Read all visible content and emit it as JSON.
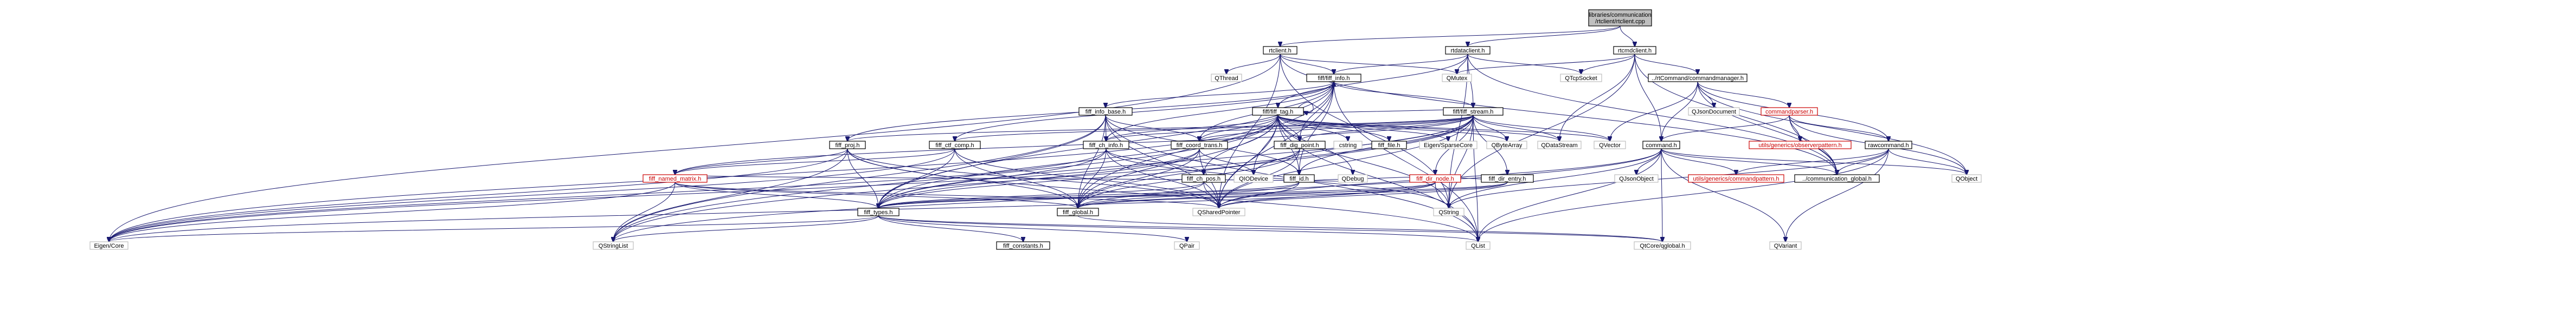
{
  "colors": {
    "edge": "#191970",
    "root_fill": "#bfbfbf",
    "red_text": "#cc0000",
    "border": "#000000",
    "plain_border": "#bfbfbf"
  },
  "nodes": [
    {
      "id": "root",
      "label": "libraries/communication\n/rtclient/rtclient.cpp",
      "style": "root"
    },
    {
      "id": "rtclient_h",
      "label": "rtclient.h",
      "style": "boxed"
    },
    {
      "id": "rtdataclient_h",
      "label": "rtdataclient.h",
      "style": "boxed"
    },
    {
      "id": "rtcmdclient_h",
      "label": "rtcmdclient.h",
      "style": "boxed"
    },
    {
      "id": "QThread",
      "label": "QThread",
      "style": "plain"
    },
    {
      "id": "QMutex",
      "label": "QMutex",
      "style": "plain"
    },
    {
      "id": "QTcpSocket",
      "label": "QTcpSocket",
      "style": "plain"
    },
    {
      "id": "fiff_info_h",
      "label": "fiff/fiff_info.h",
      "style": "boxed"
    },
    {
      "id": "fiff_stream_h",
      "label": "fiff/fiff_stream.h",
      "style": "boxed"
    },
    {
      "id": "commandmanager_h",
      "label": "../rtCommand/commandmanager.h",
      "style": "boxed"
    },
    {
      "id": "fiff_info_base_h",
      "label": "fiff_info_base.h",
      "style": "boxed"
    },
    {
      "id": "fiff_tag_h",
      "label": "fiff/fiff_tag.h",
      "style": "boxed"
    },
    {
      "id": "QJsonDocument",
      "label": "QJsonDocument",
      "style": "plain"
    },
    {
      "id": "commandparser_h",
      "label": "commandparser.h",
      "style": "red"
    },
    {
      "id": "rawcommand_h",
      "label": "rawcommand.h",
      "style": "boxed"
    },
    {
      "id": "fiff_proj_h",
      "label": "fiff_proj.h",
      "style": "boxed"
    },
    {
      "id": "fiff_ctf_comp_h",
      "label": "fiff_ctf_comp.h",
      "style": "boxed"
    },
    {
      "id": "fiff_ch_info_h",
      "label": "fiff_ch_info.h",
      "style": "boxed"
    },
    {
      "id": "fiff_coord_trans_h",
      "label": "fiff_coord_trans.h",
      "style": "boxed"
    },
    {
      "id": "fiff_dig_point_h",
      "label": "fiff_dig_point.h",
      "style": "boxed"
    },
    {
      "id": "cstring",
      "label": "cstring",
      "style": "plain"
    },
    {
      "id": "fiff_file_h",
      "label": "fiff_file.h",
      "style": "boxed"
    },
    {
      "id": "fiff_ch_pos_h",
      "label": "fiff_ch_pos.h",
      "style": "boxed"
    },
    {
      "id": "fiff_id_h",
      "label": "fiff_id.h",
      "style": "boxed"
    },
    {
      "id": "fiff_dir_entry_h",
      "label": "fiff_dir_entry.h",
      "style": "boxed"
    },
    {
      "id": "fiff_dir_node_h",
      "label": "fiff_dir_node.h",
      "style": "red"
    },
    {
      "id": "fiff_named_matrix_h",
      "label": "fiff_named_matrix.h",
      "style": "red"
    },
    {
      "id": "Eigen_SparseCore",
      "label": "Eigen/SparseCore",
      "style": "plain"
    },
    {
      "id": "QByteArray",
      "label": "QByteArray",
      "style": "plain"
    },
    {
      "id": "QDataStream",
      "label": "QDataStream",
      "style": "plain"
    },
    {
      "id": "QVector",
      "label": "QVector",
      "style": "plain"
    },
    {
      "id": "command_h",
      "label": "command.h",
      "style": "boxed"
    },
    {
      "id": "commandpattern_h",
      "label": "utils/generics/commandpattern.h",
      "style": "red"
    },
    {
      "id": "observerpattern_h",
      "label": "utils/generics/observerpattern.h",
      "style": "red"
    },
    {
      "id": "communication_global_h",
      "label": "../communication_global.h",
      "style": "boxed"
    },
    {
      "id": "QObject",
      "label": "QObject",
      "style": "plain"
    },
    {
      "id": "QJsonObject",
      "label": "QJsonObject",
      "style": "plain"
    },
    {
      "id": "QIODevice",
      "label": "QIODevice",
      "style": "plain"
    },
    {
      "id": "QDebug",
      "label": "QDebug",
      "style": "plain"
    },
    {
      "id": "fiff_types_h",
      "label": "fiff_types.h",
      "style": "boxed"
    },
    {
      "id": "fiff_global_h",
      "label": "fiff_global.h",
      "style": "boxed"
    },
    {
      "id": "QSharedPointer",
      "label": "QSharedPointer",
      "style": "plain"
    },
    {
      "id": "QString",
      "label": "QString",
      "style": "plain"
    },
    {
      "id": "Eigen_Core",
      "label": "Eigen/Core",
      "style": "plain"
    },
    {
      "id": "QStringList",
      "label": "QStringList",
      "style": "plain"
    },
    {
      "id": "fiff_constants_h",
      "label": "fiff_constants.h",
      "style": "boxed"
    },
    {
      "id": "QPair",
      "label": "QPair",
      "style": "plain"
    },
    {
      "id": "QList",
      "label": "QList",
      "style": "plain"
    },
    {
      "id": "QtCoreglobal_h",
      "label": "QtCore/qglobal.h",
      "style": "plain"
    },
    {
      "id": "QVariant",
      "label": "QVariant",
      "style": "plain"
    }
  ],
  "edges": [
    [
      "root",
      "rtclient_h"
    ],
    [
      "root",
      "rtdataclient_h"
    ],
    [
      "root",
      "rtcmdclient_h"
    ],
    [
      "rtclient_h",
      "QThread"
    ],
    [
      "rtclient_h",
      "QMutex"
    ],
    [
      "rtclient_h",
      "fiff_info_h"
    ],
    [
      "rtclient_h",
      "Eigen_Core"
    ],
    [
      "rtclient_h",
      "QSharedPointer"
    ],
    [
      "rtclient_h",
      "QString"
    ],
    [
      "rtclient_h",
      "communication_global_h"
    ],
    [
      "rtdataclient_h",
      "QTcpSocket"
    ],
    [
      "rtdataclient_h",
      "QMutex"
    ],
    [
      "rtdataclient_h",
      "fiff_info_h"
    ],
    [
      "rtdataclient_h",
      "fiff_stream_h"
    ],
    [
      "rtdataclient_h",
      "fiff_tag_h"
    ],
    [
      "rtdataclient_h",
      "communication_global_h"
    ],
    [
      "rtdataclient_h",
      "QString"
    ],
    [
      "rtcmdclient_h",
      "QTcpSocket"
    ],
    [
      "rtcmdclient_h",
      "QMutex"
    ],
    [
      "rtcmdclient_h",
      "commandmanager_h"
    ],
    [
      "rtcmdclient_h",
      "communication_global_h"
    ],
    [
      "rtcmdclient_h",
      "QString"
    ],
    [
      "rtcmdclient_h",
      "QDataStream"
    ],
    [
      "rtcmdclient_h",
      "command_h"
    ],
    [
      "fiff_info_h",
      "fiff_info_base_h"
    ],
    [
      "fiff_info_h",
      "fiff_proj_h"
    ],
    [
      "fiff_info_h",
      "fiff_ctf_comp_h"
    ],
    [
      "fiff_info_h",
      "fiff_ch_info_h"
    ],
    [
      "fiff_info_h",
      "fiff_coord_trans_h"
    ],
    [
      "fiff_info_h",
      "fiff_dig_point_h"
    ],
    [
      "fiff_info_h",
      "fiff_id_h"
    ],
    [
      "fiff_info_h",
      "fiff_types_h"
    ],
    [
      "fiff_info_h",
      "fiff_global_h"
    ],
    [
      "fiff_info_h",
      "QSharedPointer"
    ],
    [
      "fiff_info_h",
      "QList"
    ],
    [
      "fiff_info_base_h",
      "fiff_ch_info_h"
    ],
    [
      "fiff_info_base_h",
      "fiff_coord_trans_h"
    ],
    [
      "fiff_info_base_h",
      "fiff_types_h"
    ],
    [
      "fiff_info_base_h",
      "fiff_global_h"
    ],
    [
      "fiff_info_base_h",
      "QSharedPointer"
    ],
    [
      "fiff_info_base_h",
      "QStringList"
    ],
    [
      "fiff_info_base_h",
      "QList"
    ],
    [
      "fiff_info_base_h",
      "fiff_id_h"
    ],
    [
      "fiff_stream_h",
      "fiff_tag_h"
    ],
    [
      "fiff_stream_h",
      "fiff_dir_node_h"
    ],
    [
      "fiff_stream_h",
      "fiff_dir_entry_h"
    ],
    [
      "fiff_stream_h",
      "fiff_id_h"
    ],
    [
      "fiff_stream_h",
      "QByteArray"
    ],
    [
      "fiff_stream_h",
      "QDataStream"
    ],
    [
      "fiff_stream_h",
      "QIODevice"
    ],
    [
      "fiff_stream_h",
      "QVector"
    ],
    [
      "fiff_stream_h",
      "QSharedPointer"
    ],
    [
      "fiff_stream_h",
      "QString"
    ],
    [
      "fiff_stream_h",
      "QStringList"
    ],
    [
      "fiff_stream_h",
      "QList"
    ],
    [
      "fiff_stream_h",
      "fiff_types_h"
    ],
    [
      "fiff_stream_h",
      "fiff_global_h"
    ],
    [
      "fiff_stream_h",
      "fiff_named_matrix_h"
    ],
    [
      "fiff_stream_h",
      "fiff_proj_h"
    ],
    [
      "fiff_stream_h",
      "fiff_ctf_comp_h"
    ],
    [
      "fiff_stream_h",
      "fiff_coord_trans_h"
    ],
    [
      "fiff_stream_h",
      "fiff_ch_info_h"
    ],
    [
      "fiff_stream_h",
      "fiff_dig_point_h"
    ],
    [
      "fiff_stream_h",
      "fiff_info_h"
    ],
    [
      "fiff_tag_h",
      "fiff_tag_h"
    ],
    [
      "fiff_tag_h",
      "fiff_types_h"
    ],
    [
      "fiff_tag_h",
      "fiff_global_h"
    ],
    [
      "fiff_tag_h",
      "fiff_id_h"
    ],
    [
      "fiff_tag_h",
      "fiff_coord_trans_h"
    ],
    [
      "fiff_tag_h",
      "fiff_ch_info_h"
    ],
    [
      "fiff_tag_h",
      "fiff_ch_pos_h"
    ],
    [
      "fiff_tag_h",
      "fiff_dig_point_h"
    ],
    [
      "fiff_tag_h",
      "fiff_file_h"
    ],
    [
      "fiff_tag_h",
      "cstring"
    ],
    [
      "fiff_tag_h",
      "Eigen_SparseCore"
    ],
    [
      "fiff_tag_h",
      "QByteArray"
    ],
    [
      "fiff_tag_h",
      "QDataStream"
    ],
    [
      "fiff_tag_h",
      "QSharedPointer"
    ],
    [
      "fiff_tag_h",
      "QVector"
    ],
    [
      "fiff_tag_h",
      "QDebug"
    ],
    [
      "fiff_tag_h",
      "QIODevice"
    ],
    [
      "fiff_tag_h",
      "QString"
    ],
    [
      "fiff_tag_h",
      "QList"
    ],
    [
      "fiff_tag_h",
      "Eigen_Core"
    ],
    [
      "fiff_tag_h",
      "QStringList"
    ],
    [
      "commandmanager_h",
      "QJsonDocument"
    ],
    [
      "commandmanager_h",
      "commandparser_h"
    ],
    [
      "commandmanager_h",
      "rawcommand_h"
    ],
    [
      "commandmanager_h",
      "command_h"
    ],
    [
      "commandmanager_h",
      "communication_global_h"
    ],
    [
      "commandmanager_h",
      "QObject"
    ],
    [
      "commandmanager_h",
      "QVector"
    ],
    [
      "commandparser_h",
      "observerpattern_h"
    ],
    [
      "commandparser_h",
      "rawcommand_h"
    ],
    [
      "commandparser_h",
      "command_h"
    ],
    [
      "commandparser_h",
      "communication_global_h"
    ],
    [
      "commandparser_h",
      "QObject"
    ],
    [
      "rawcommand_h",
      "communication_global_h"
    ],
    [
      "rawcommand_h",
      "QObject"
    ],
    [
      "rawcommand_h",
      "QString"
    ],
    [
      "rawcommand_h",
      "QList"
    ],
    [
      "rawcommand_h",
      "QVariant"
    ],
    [
      "rawcommand_h",
      "commandpattern_h"
    ],
    [
      "command_h",
      "commandpattern_h"
    ],
    [
      "command_h",
      "communication_global_h"
    ],
    [
      "command_h",
      "QJsonObject"
    ],
    [
      "command_h",
      "QObject"
    ],
    [
      "command_h",
      "QString"
    ],
    [
      "command_h",
      "QStringList"
    ],
    [
      "command_h",
      "QList"
    ],
    [
      "command_h",
      "QVariant"
    ],
    [
      "command_h",
      "QtCoreglobal_h"
    ],
    [
      "command_h",
      "QSharedPointer"
    ],
    [
      "fiff_proj_h",
      "fiff_types_h"
    ],
    [
      "fiff_proj_h",
      "fiff_global_h"
    ],
    [
      "fiff_proj_h",
      "fiff_named_matrix_h"
    ],
    [
      "fiff_proj_h",
      "Eigen_Core"
    ],
    [
      "fiff_proj_h",
      "QSharedPointer"
    ],
    [
      "fiff_proj_h",
      "QStringList"
    ],
    [
      "fiff_proj_h",
      "QList"
    ],
    [
      "fiff_ctf_comp_h",
      "fiff_named_matrix_h"
    ],
    [
      "fiff_ctf_comp_h",
      "fiff_types_h"
    ],
    [
      "fiff_ctf_comp_h",
      "fiff_global_h"
    ],
    [
      "fiff_ctf_comp_h",
      "QSharedPointer"
    ],
    [
      "fiff_ctf_comp_h",
      "Eigen_Core"
    ],
    [
      "fiff_ch_info_h",
      "fiff_ch_pos_h"
    ],
    [
      "fiff_ch_info_h",
      "fiff_types_h"
    ],
    [
      "fiff_ch_info_h",
      "fiff_global_h"
    ],
    [
      "fiff_ch_info_h",
      "QSharedPointer"
    ],
    [
      "fiff_ch_info_h",
      "Eigen_Core"
    ],
    [
      "fiff_ch_info_h",
      "QString"
    ],
    [
      "fiff_coord_trans_h",
      "fiff_types_h"
    ],
    [
      "fiff_coord_trans_h",
      "fiff_global_h"
    ],
    [
      "fiff_coord_trans_h",
      "QSharedPointer"
    ],
    [
      "fiff_coord_trans_h",
      "QIODevice"
    ],
    [
      "fiff_coord_trans_h",
      "Eigen_Core"
    ],
    [
      "fiff_dig_point_h",
      "fiff_types_h"
    ],
    [
      "fiff_dig_point_h",
      "fiff_global_h"
    ],
    [
      "fiff_dig_point_h",
      "QSharedPointer"
    ],
    [
      "fiff_ch_pos_h",
      "fiff_types_h"
    ],
    [
      "fiff_ch_pos_h",
      "fiff_global_h"
    ],
    [
      "fiff_ch_pos_h",
      "QSharedPointer"
    ],
    [
      "fiff_id_h",
      "fiff_types_h"
    ],
    [
      "fiff_id_h",
      "fiff_global_h"
    ],
    [
      "fiff_id_h",
      "QSharedPointer"
    ],
    [
      "fiff_dir_entry_h",
      "fiff_types_h"
    ],
    [
      "fiff_dir_entry_h",
      "fiff_global_h"
    ],
    [
      "fiff_dir_entry_h",
      "QSharedPointer"
    ],
    [
      "fiff_dir_node_h",
      "fiff_dir_entry_h"
    ],
    [
      "fiff_dir_node_h",
      "fiff_id_h"
    ],
    [
      "fiff_dir_node_h",
      "fiff_types_h"
    ],
    [
      "fiff_dir_node_h",
      "fiff_global_h"
    ],
    [
      "fiff_dir_node_h",
      "QSharedPointer"
    ],
    [
      "fiff_dir_node_h",
      "QList"
    ],
    [
      "fiff_dir_node_h",
      "Eigen_Core"
    ],
    [
      "fiff_named_matrix_h",
      "fiff_types_h"
    ],
    [
      "fiff_named_matrix_h",
      "fiff_global_h"
    ],
    [
      "fiff_named_matrix_h",
      "QSharedPointer"
    ],
    [
      "fiff_named_matrix_h",
      "QStringList"
    ],
    [
      "fiff_named_matrix_h",
      "Eigen_Core"
    ],
    [
      "fiff_named_matrix_h",
      "QDebug"
    ],
    [
      "fiff_types_h",
      "fiff_constants_h"
    ],
    [
      "fiff_types_h",
      "Eigen_Core"
    ],
    [
      "fiff_types_h",
      "QStringList"
    ],
    [
      "fiff_types_h",
      "QPair"
    ],
    [
      "fiff_types_h",
      "QList"
    ],
    [
      "fiff_types_h",
      "QtCoreglobal_h"
    ],
    [
      "fiff_global_h",
      "QtCoreglobal_h"
    ]
  ]
}
